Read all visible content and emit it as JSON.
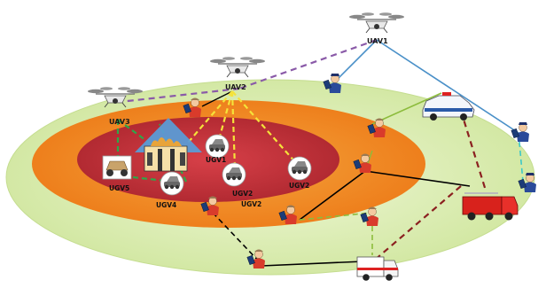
{
  "labels": {
    "uav1": "UAV1",
    "uav2": "UAV2",
    "uav3": "UAV3",
    "ugv1": "UGV1",
    "ugv2_a": "UGV2",
    "ugv2_b": "UGV2",
    "ugv2_c": "UGV2",
    "ugv4": "UGV4",
    "ugv5": "UGV5"
  },
  "colors": {
    "outer_zone": "#dcedb5",
    "middle_zone": "#f08a24",
    "inner_zone": "#c8313a",
    "uav_link": "#8a5aa8",
    "uav1_link": "#4a90c8",
    "ugv_link": "#f5e33a",
    "ugv5_link": "#2ea84a",
    "ground_link": "#000000",
    "fire_link": "#8b2020",
    "green_link": "#8cbc3c",
    "cyan_link": "#3cc8c8"
  },
  "icons": {
    "responder": "firefighter-icon",
    "police": "police-officer-icon",
    "police_car": "police-car-icon",
    "fire_truck": "fire-truck-icon",
    "ambulance": "ambulance-icon",
    "drone": "drone-icon",
    "robot": "ugv-robot-icon",
    "factory": "burning-factory-icon"
  }
}
